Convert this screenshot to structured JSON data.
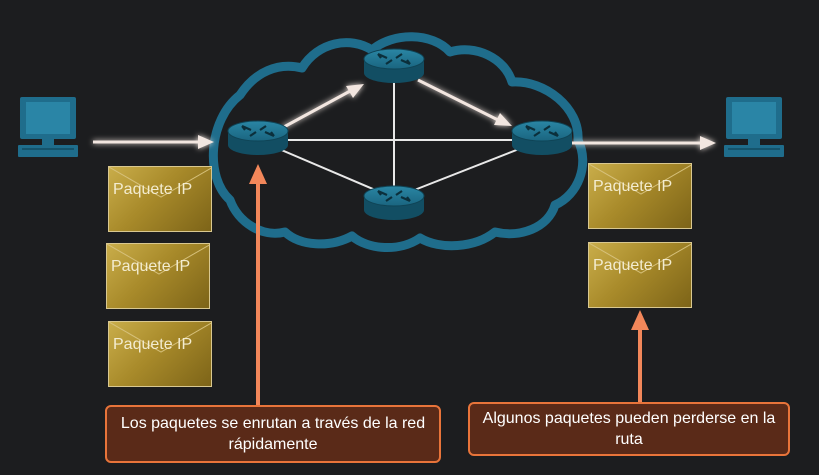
{
  "packets": {
    "left": [
      "Paquete IP",
      "Paquete IP",
      "Paquete IP"
    ],
    "right": [
      "Paquete IP",
      "Paquete IP"
    ]
  },
  "callouts": {
    "left": "Los paquetes se enrutan a través de la red rápidamente",
    "right": "Algunos paquetes pueden perderse en la ruta"
  },
  "colors": {
    "background": "#1c1d1f",
    "cloud_outline": "#1f6d8c",
    "router": "#1c6a84",
    "packet": "#b8993a",
    "arrow": "#f2875a",
    "callout_bg": "#5a2a18"
  },
  "icons": [
    "computer-icon",
    "router-icon",
    "cloud-icon",
    "envelope-icon"
  ]
}
